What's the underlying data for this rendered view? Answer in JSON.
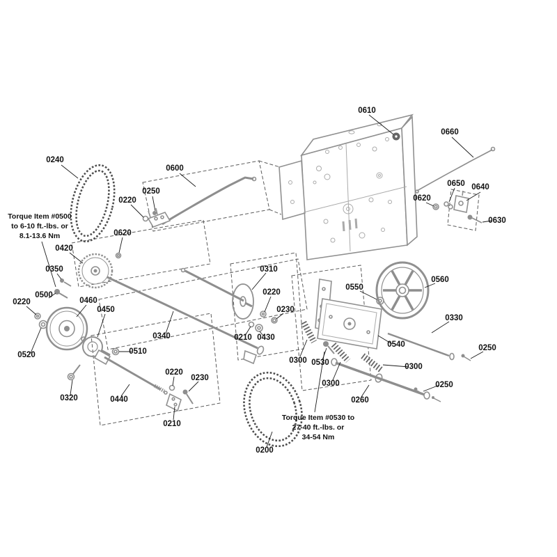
{
  "page": {
    "background": "#ffffff",
    "type": "exploded-parts-diagram"
  },
  "colors": {
    "diagram_line": "#909090",
    "label_text": "#111111",
    "chain": "#4d4d4d",
    "dashed_box": "#5a5a5a"
  },
  "labels": [
    {
      "text": "0610"
    },
    {
      "text": "0660"
    },
    {
      "text": "0240"
    },
    {
      "text": "0600"
    },
    {
      "text": "0250"
    },
    {
      "text": "0220"
    },
    {
      "text": "0650"
    },
    {
      "text": "0640"
    },
    {
      "text": "0620"
    },
    {
      "text": "0630"
    },
    {
      "text": "0620"
    },
    {
      "text": "0420"
    },
    {
      "text": "0350"
    },
    {
      "text": "0310"
    },
    {
      "text": "0500"
    },
    {
      "text": "0220"
    },
    {
      "text": "0550"
    },
    {
      "text": "0560"
    },
    {
      "text": "0220"
    },
    {
      "text": "0460"
    },
    {
      "text": "0450"
    },
    {
      "text": "0230"
    },
    {
      "text": "0330"
    },
    {
      "text": "0210"
    },
    {
      "text": "0430"
    },
    {
      "text": "0340"
    },
    {
      "text": "0540"
    },
    {
      "text": "0250"
    },
    {
      "text": "0520"
    },
    {
      "text": "0510"
    },
    {
      "text": "0300"
    },
    {
      "text": "0530"
    },
    {
      "text": "0300"
    },
    {
      "text": "0220"
    },
    {
      "text": "0230"
    },
    {
      "text": "0300"
    },
    {
      "text": "0250"
    },
    {
      "text": "0320"
    },
    {
      "text": "0440"
    },
    {
      "text": "0260"
    },
    {
      "text": "0210"
    },
    {
      "text": "0200"
    }
  ],
  "notes": {
    "torque_0500": {
      "line1": "Torque Item #0500",
      "line2": "to 6-10 ft.-lbs. or",
      "line3": "8.1-13.6 Nm"
    },
    "torque_0530": {
      "line1": "Torque Item #0530 to",
      "line2": "27-40 ft.-lbs. or",
      "line3": "34-54 Nm"
    }
  }
}
